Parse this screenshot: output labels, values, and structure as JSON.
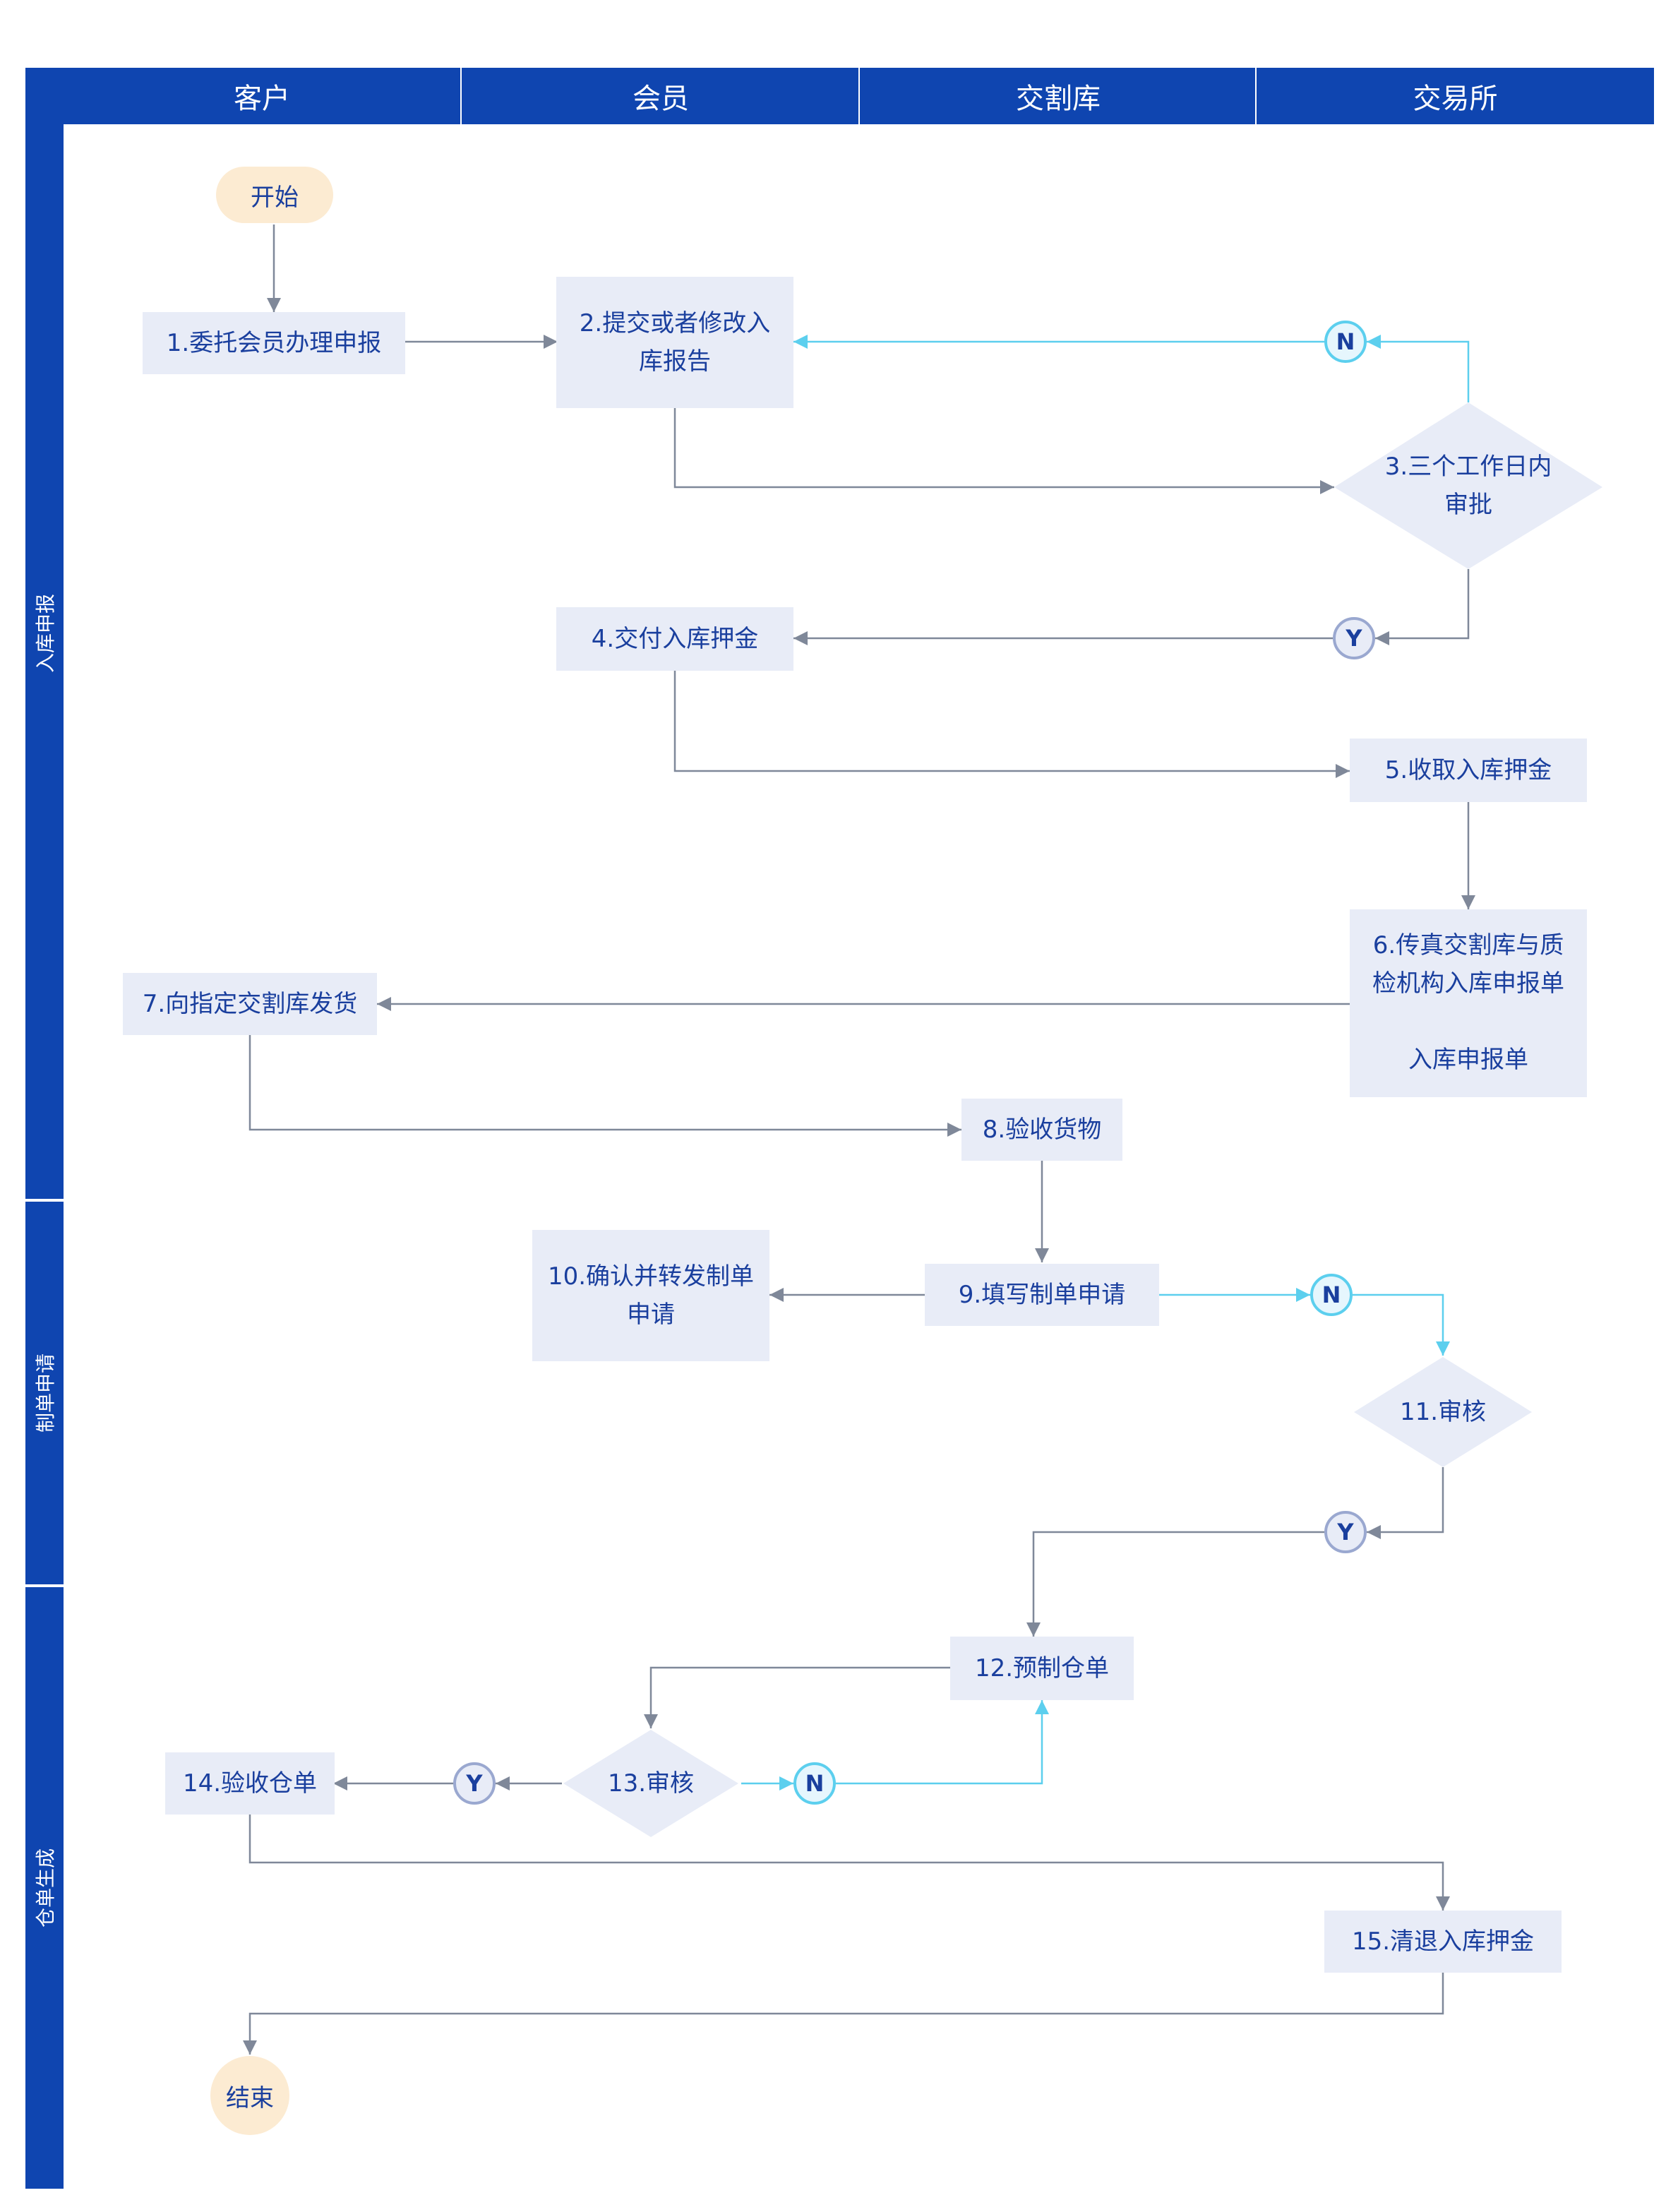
{
  "columns": [
    "客户",
    "会员",
    "交割库",
    "交易所"
  ],
  "lanes": [
    "入库申报",
    "制单申请",
    "仓单生成"
  ],
  "nodes": {
    "start": "开始",
    "n1": "1.委托会员办理申报",
    "n2_l1": "2.提交或者修改入",
    "n2_l2": "库报告",
    "n3_l1": "3.三个工作日内",
    "n3_l2": "审批",
    "n4": "4.交付入库押金",
    "n5": "5.收取入库押金",
    "n6_l1": "6.传真交割库与质",
    "n6_l2": "检机构入库申报单",
    "n6_doc": "入库申报单",
    "n7": "7.向指定交割库发货",
    "n8": "8.验收货物",
    "n9": "9.填写制单申请",
    "n10_l1": "10.确认并转发制单",
    "n10_l2": "申请",
    "n11": "11.审核",
    "n12": "12.预制仓单",
    "n13": "13.审核",
    "n14": "14.验收仓单",
    "n15": "15.清退入库押金",
    "end": "结束"
  },
  "decision_labels": {
    "no": "N",
    "yes": "Y"
  },
  "colors": {
    "header": "#0f45b0",
    "box": "#e8ecf7",
    "text": "#1a3f9e",
    "terminal": "#fcebd2",
    "arrow": "#7f8899",
    "no_arrow": "#5ccfee"
  }
}
